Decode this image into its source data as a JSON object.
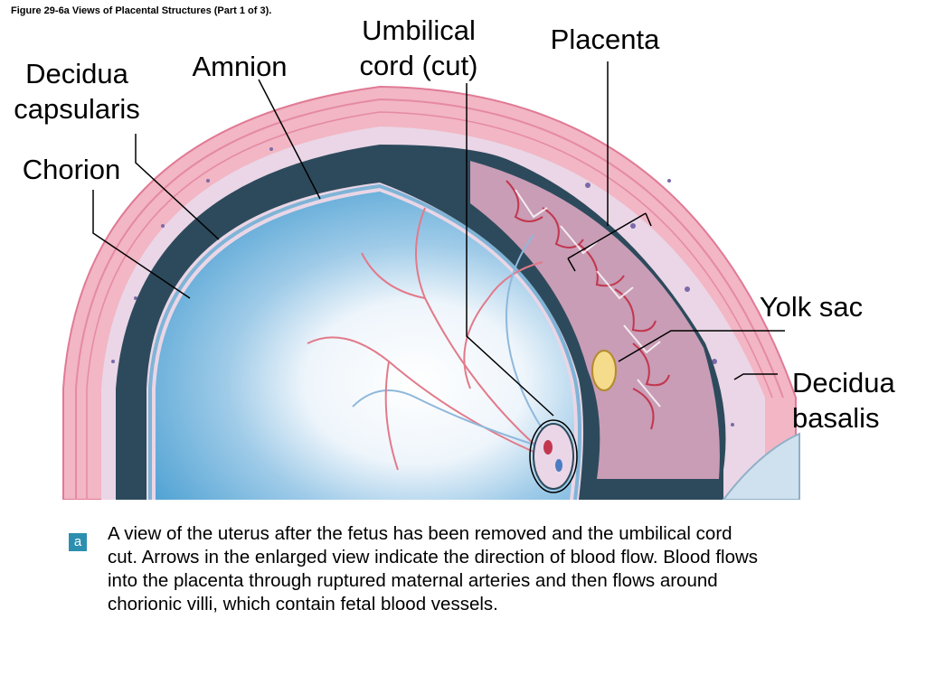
{
  "figure_caption": "Figure 29-6a Views of Placental Structures (Part 1 of 3).",
  "labels": {
    "decidua_capsularis": "Decidua\ncapsularis",
    "amnion": "Amnion",
    "umbilical_cord": "Umbilical\ncord (cut)",
    "placenta": "Placenta",
    "chorion": "Chorion",
    "yolk_sac": "Yolk sac",
    "decidua_basalis": "Decidua\nbasalis"
  },
  "panel_letter": "a",
  "description": "A view of the uterus after the fetus has been removed and the umbilical cord cut. Arrows in the enlarged view indicate the direction of blood flow. Blood flows into the placenta through ruptured maternal arteries and then flows around chorionic villi, which contain fetal blood vessels.",
  "colors": {
    "uterine_wall": "#f2b6c4",
    "decidua": "#ead6e6",
    "chorion_band": "#2d4a5c",
    "amniotic_cavity": "#5aa9d6",
    "yolk_sac": "#f4dc8c",
    "badge": "#2c8fb0"
  }
}
